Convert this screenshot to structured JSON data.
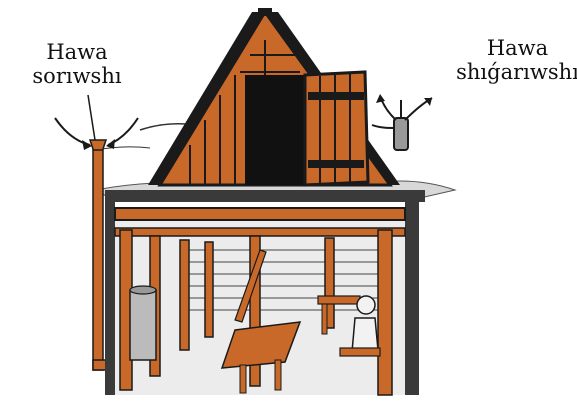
{
  "labels": {
    "air_intake": {
      "line1": "Hawa",
      "line2": "sorıwshı"
    },
    "air_exhaust": {
      "line1": "Hawa",
      "line2": "shıǵarıwshı"
    }
  },
  "colors": {
    "wood": "#C8692A",
    "wood_dark": "#9A4A18",
    "outline": "#1a1a1a",
    "interior": "#ECECEC",
    "soil": "#3a3a3a",
    "background": "#FFFFFF"
  }
}
